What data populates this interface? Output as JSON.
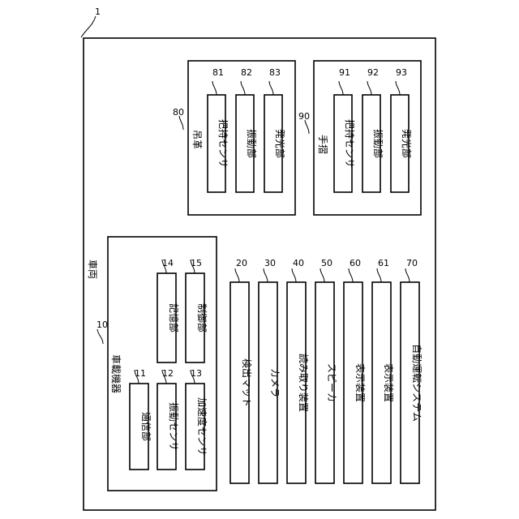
{
  "figure": {
    "ref": "1",
    "vehicle_label": "車両",
    "onboard": {
      "ref": "10",
      "label": "車載機器",
      "units": [
        {
          "ref": "11",
          "label": "通信部"
        },
        {
          "ref": "12",
          "label": "振動センサ"
        },
        {
          "ref": "13",
          "label": "加速度センサ"
        },
        {
          "ref": "14",
          "label": "記憶部"
        },
        {
          "ref": "15",
          "label": "制御部"
        }
      ]
    },
    "strap": {
      "ref": "80",
      "label": "吊革",
      "units": [
        {
          "ref": "81",
          "label": "把持センサ"
        },
        {
          "ref": "82",
          "label": "振動部"
        },
        {
          "ref": "83",
          "label": "発光部"
        }
      ]
    },
    "handrail": {
      "ref": "90",
      "label": "手摺",
      "units": [
        {
          "ref": "91",
          "label": "把持センサ"
        },
        {
          "ref": "92",
          "label": "振動部"
        },
        {
          "ref": "93",
          "label": "発光部"
        }
      ]
    },
    "devices": [
      {
        "ref": "20",
        "label": "検出マット"
      },
      {
        "ref": "30",
        "label": "カメラ"
      },
      {
        "ref": "40",
        "label": "読み取り装置"
      },
      {
        "ref": "50",
        "label": "スピーカ"
      },
      {
        "ref": "60",
        "label": "表示装置"
      },
      {
        "ref": "61",
        "label": "表示装置"
      },
      {
        "ref": "70",
        "label": "自動運転システム"
      }
    ]
  }
}
